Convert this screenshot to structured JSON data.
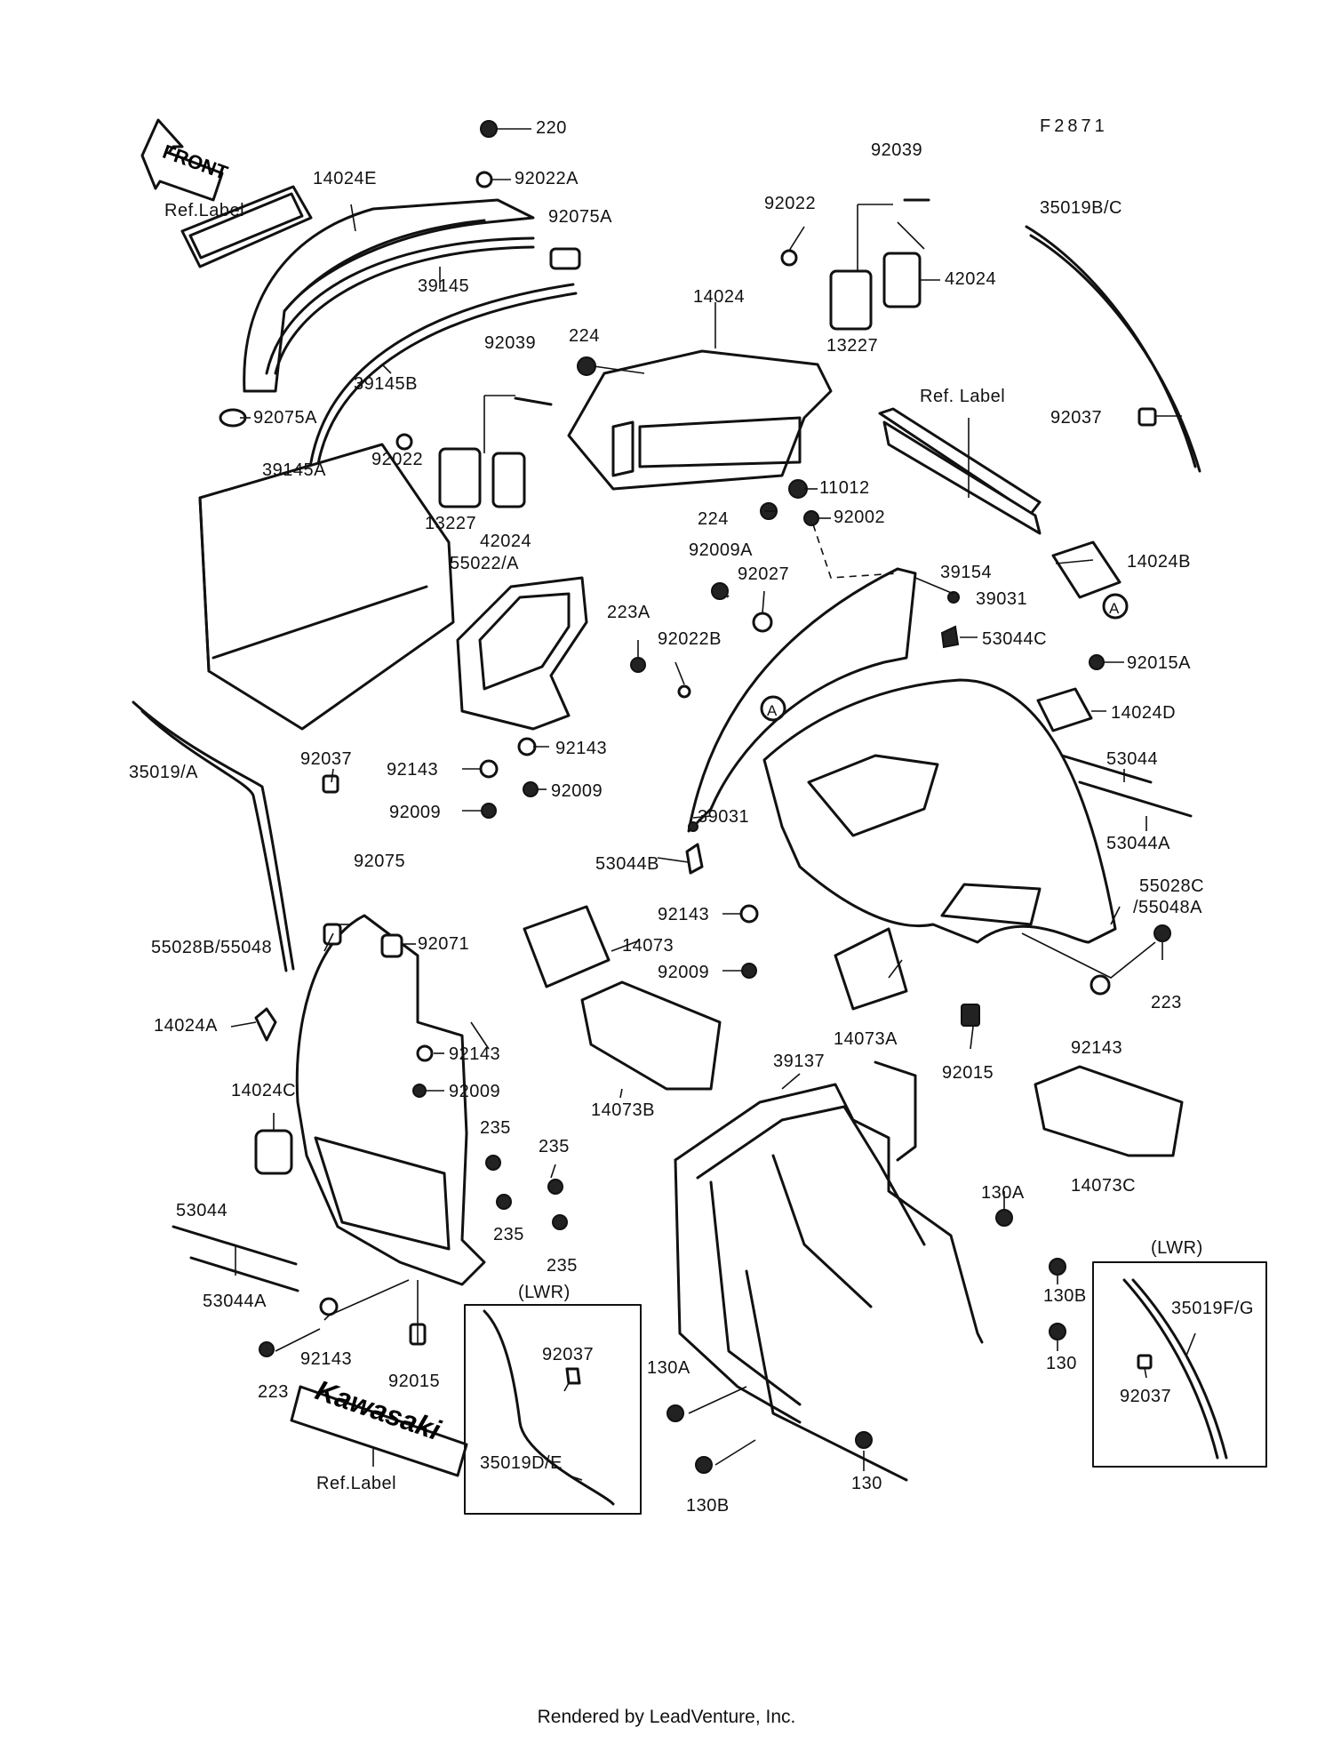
{
  "figure_id": "F2871",
  "footer": "Rendered by LeadVenture, Inc.",
  "callouts": {
    "front": "FRONT",
    "kawasaki": "Kawasaki",
    "c220": "220",
    "c92022A": "92022A",
    "c14024E": "14024E",
    "reflabel1": "Ref.Label",
    "c92075A_top": "92075A",
    "c39145": "39145",
    "c39145B": "39145B",
    "c92075A": "92075A",
    "c224a": "224",
    "c14024": "14024",
    "c92039a": "92039",
    "c92022a": "92022",
    "c13227a": "13227",
    "c42024a": "42024",
    "c92039b": "92039",
    "c92022b": "92022",
    "c13227b": "13227",
    "c42024b": "42024",
    "c35019BC": "35019B/C",
    "reflabel2": "Ref. Label",
    "c92037a": "92037",
    "c39145A": "39145A",
    "c55022A": "55022/A",
    "c224b": "224",
    "c11012": "11012",
    "c92002": "92002",
    "c92009A": "92009A",
    "c92027": "92027",
    "c39154": "39154",
    "c14024B": "14024B",
    "c39031a": "39031",
    "c223A": "223A",
    "c92022B": "92022B",
    "c53044C": "53044C",
    "c92015A": "92015A",
    "c14024D": "14024D",
    "c35019A": "35019/A",
    "c92037b": "92037",
    "c92143a": "92143",
    "c92143b": "92143",
    "c92009a": "92009",
    "c92009b": "92009",
    "c53044a": "53044",
    "c53044Aa": "53044A",
    "c39031b": "39031",
    "c92075": "92075",
    "c53044B": "53044B",
    "c92143c": "92143",
    "c55028C": "55028C",
    "c55048A": "/55048A",
    "c55028B": "55028B/55048",
    "c92071": "92071",
    "c14073": "14073",
    "c92009c": "92009",
    "c223a": "223",
    "c92143d": "92143",
    "c14024A": "14024A",
    "c92143e": "92143",
    "c92009d": "92009",
    "c14073A": "14073A",
    "c92015a": "92015",
    "c14024C": "14024C",
    "c14073B": "14073B",
    "c39137": "39137",
    "c14073C": "14073C",
    "c235a": "235",
    "c235b": "235",
    "c235c": "235",
    "c235d": "235",
    "c53044b": "53044",
    "c53044Ab": "53044A",
    "c130A": "130A",
    "c130B": "130B",
    "c130": "130",
    "c92143f": "92143",
    "c223b": "223",
    "c92015b": "92015",
    "lwr1": "(LWR)",
    "c92037c": "92037",
    "c35019DE": "35019D/E",
    "reflabel3": "Ref.Label",
    "c130Ab": "130A",
    "c130Bb": "130B",
    "c130b": "130",
    "lwr2": "(LWR)",
    "c35019FG": "35019F/G",
    "c92037d": "92037",
    "circleA": "A"
  }
}
